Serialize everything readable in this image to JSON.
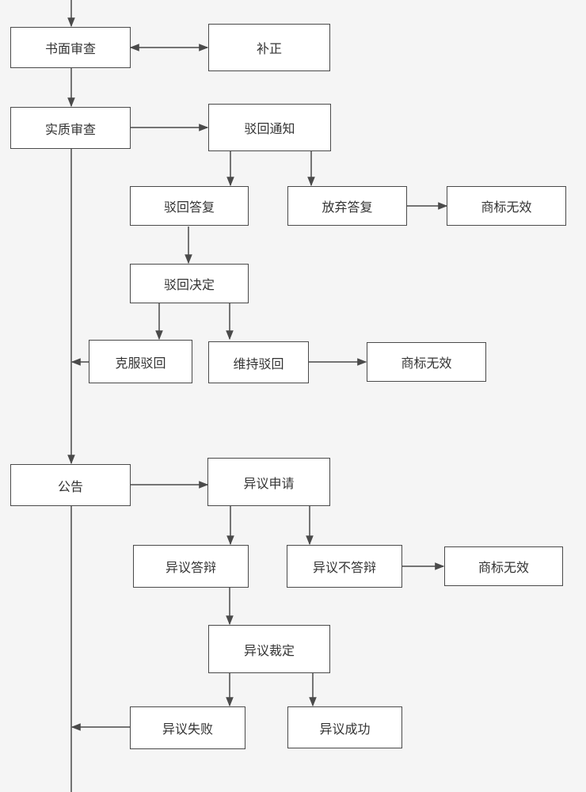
{
  "diagram": {
    "nodes": [
      {
        "id": "written_review",
        "label": "书面审查"
      },
      {
        "id": "correction",
        "label": "补正"
      },
      {
        "id": "substantive_review",
        "label": "实质审查"
      },
      {
        "id": "rejection_notice",
        "label": "驳回通知"
      },
      {
        "id": "rejection_reply",
        "label": "驳回答复"
      },
      {
        "id": "abandon_reply",
        "label": "放弃答复"
      },
      {
        "id": "invalid_1",
        "label": "商标无效"
      },
      {
        "id": "rejection_decision",
        "label": "驳回决定"
      },
      {
        "id": "overcome_rejection",
        "label": "克服驳回"
      },
      {
        "id": "maintain_rejection",
        "label": "维持驳回"
      },
      {
        "id": "invalid_2",
        "label": "商标无效"
      },
      {
        "id": "announcement",
        "label": "公告"
      },
      {
        "id": "opposition_application",
        "label": "异议申请"
      },
      {
        "id": "opposition_reply",
        "label": "异议答辩"
      },
      {
        "id": "opposition_no_reply",
        "label": "异议不答辩"
      },
      {
        "id": "invalid_3",
        "label": "商标无效"
      },
      {
        "id": "opposition_ruling",
        "label": "异议裁定"
      },
      {
        "id": "opposition_failed",
        "label": "异议失败"
      },
      {
        "id": "opposition_success",
        "label": "异议成功"
      }
    ],
    "edges": [
      [
        "written_review",
        "correction",
        "both"
      ],
      [
        "written_review",
        "substantive_review"
      ],
      [
        "substantive_review",
        "rejection_notice"
      ],
      [
        "rejection_notice",
        "rejection_reply"
      ],
      [
        "rejection_notice",
        "abandon_reply"
      ],
      [
        "abandon_reply",
        "invalid_1"
      ],
      [
        "rejection_reply",
        "rejection_decision"
      ],
      [
        "rejection_decision",
        "overcome_rejection"
      ],
      [
        "rejection_decision",
        "maintain_rejection"
      ],
      [
        "maintain_rejection",
        "invalid_2"
      ],
      [
        "overcome_rejection",
        "substantive_review_line"
      ],
      [
        "substantive_review",
        "announcement"
      ],
      [
        "announcement",
        "opposition_application"
      ],
      [
        "opposition_application",
        "opposition_reply"
      ],
      [
        "opposition_application",
        "opposition_no_reply"
      ],
      [
        "opposition_no_reply",
        "invalid_3"
      ],
      [
        "opposition_reply",
        "opposition_ruling"
      ],
      [
        "opposition_ruling",
        "opposition_failed"
      ],
      [
        "opposition_ruling",
        "opposition_success"
      ],
      [
        "opposition_failed",
        "announcement_line"
      ]
    ],
    "colors": {
      "stroke": "#4a4a4a",
      "fill": "#ffffff",
      "text": "#333333",
      "background": "#f5f5f5"
    }
  }
}
